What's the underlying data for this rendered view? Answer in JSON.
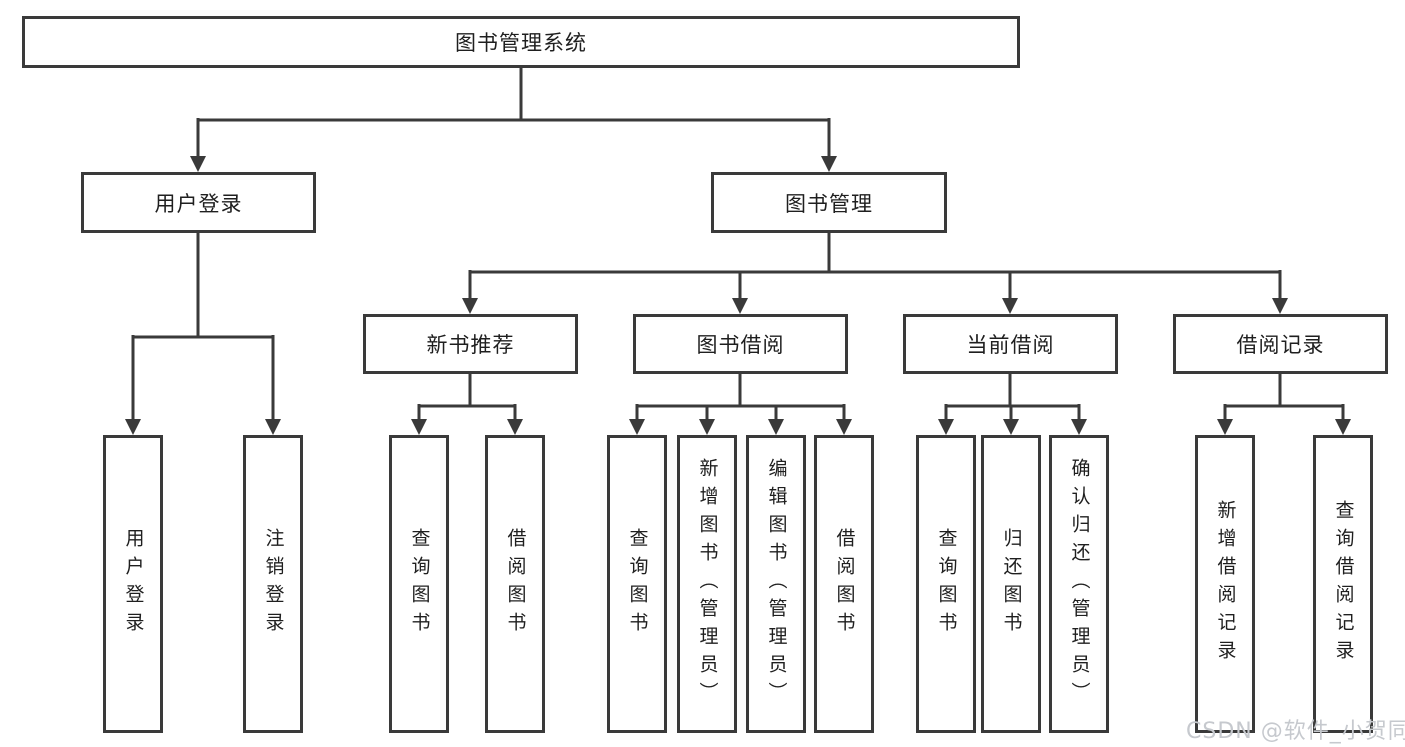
{
  "colors": {
    "line": "#3a3a3a",
    "text": "#1f1f1f",
    "watermark": "#c6c9ce",
    "background": "#ffffff"
  },
  "tree": {
    "root": {
      "label": "图书管理系统"
    },
    "children": [
      {
        "label": "用户登录",
        "children": [
          {
            "label": "用户登录"
          },
          {
            "label": "注销登录"
          }
        ]
      },
      {
        "label": "图书管理",
        "children": [
          {
            "label": "新书推荐",
            "children": [
              {
                "label": "查询图书"
              },
              {
                "label": "借阅图书"
              }
            ]
          },
          {
            "label": "图书借阅",
            "children": [
              {
                "label": "查询图书"
              },
              {
                "label": "新增图书（管理员）"
              },
              {
                "label": "编辑图书（管理员）"
              },
              {
                "label": "借阅图书"
              }
            ]
          },
          {
            "label": "当前借阅",
            "children": [
              {
                "label": "查询图书"
              },
              {
                "label": "归还图书"
              },
              {
                "label": "确认归还（管理员）"
              }
            ]
          },
          {
            "label": "借阅记录",
            "children": [
              {
                "label": "新增借阅记录"
              },
              {
                "label": "查询借阅记录"
              }
            ]
          }
        ]
      }
    ]
  },
  "watermark": "CSDN @软件_小贺同学"
}
